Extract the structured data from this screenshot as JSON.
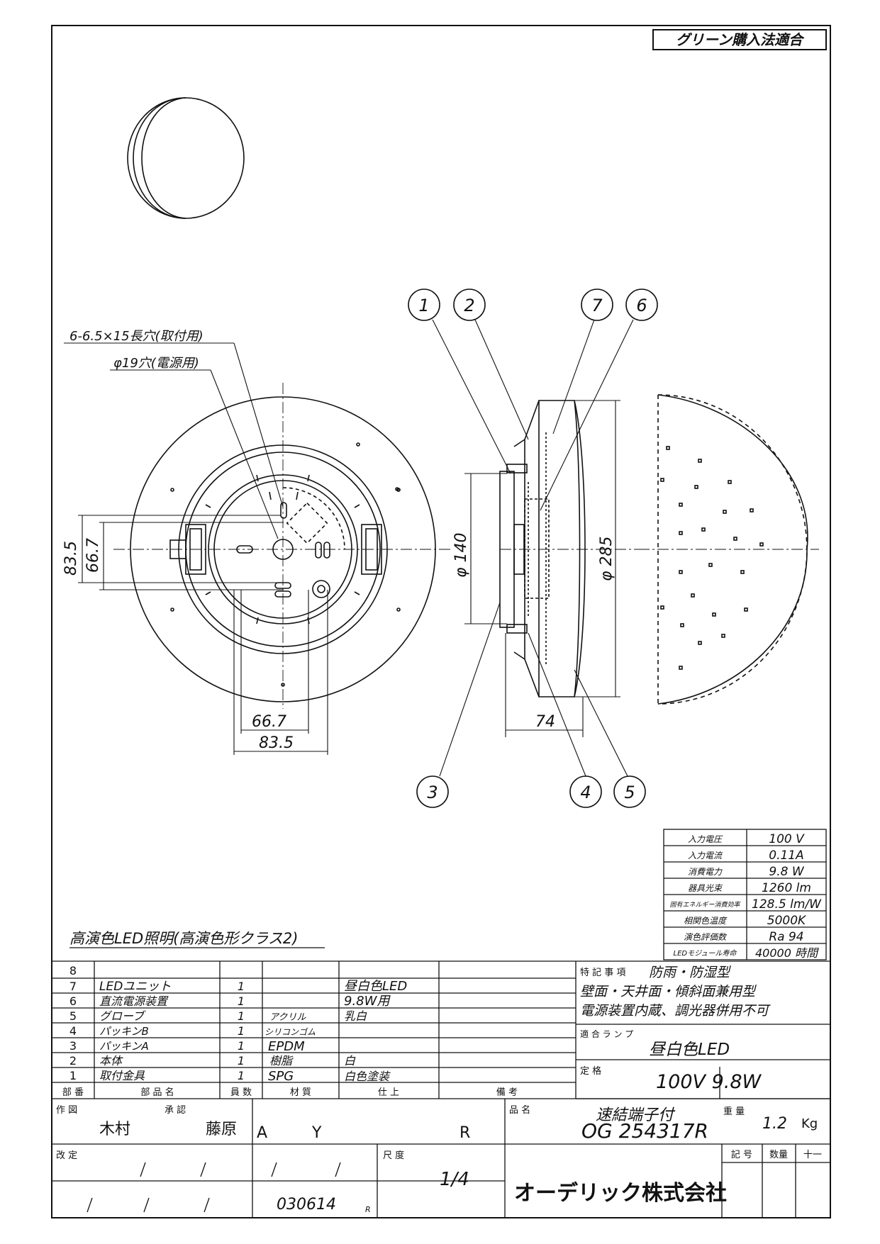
{
  "green_label": "グリーン購入法適合",
  "annotations": {
    "hole_mount": "6-6.5×15長穴(取付用)",
    "hole_power": "φ19穴(電源用)",
    "dim_83_5": "83.5",
    "dim_66_7": "66.7",
    "dim_140": "φ 140",
    "dim_285": "φ 285",
    "dim_74": "74"
  },
  "callouts": [
    "1",
    "2",
    "7",
    "6",
    "3",
    "4",
    "5"
  ],
  "specs": [
    {
      "label": "入力電圧",
      "value": "100 V"
    },
    {
      "label": "入力電流",
      "value": "0.11A"
    },
    {
      "label": "消費電力",
      "value": "9.8 W"
    },
    {
      "label": "器具光束",
      "value": "1260 lm"
    },
    {
      "label": "固有エネルギー消費効率",
      "value": "128.5 lm/W"
    },
    {
      "label": "相関色温度",
      "value": "5000K"
    },
    {
      "label": "演色評価数",
      "value": "Ra 94"
    },
    {
      "label": "LEDモジュール寿命",
      "value": "40000 時間"
    }
  ],
  "product_title": "高演色LED照明(高演色形クラス2)",
  "parts": [
    {
      "no": "8",
      "name": "",
      "qty": "",
      "material": "",
      "finish": ""
    },
    {
      "no": "7",
      "name": "LEDユニット",
      "qty": "1",
      "material": "",
      "finish": "昼白色LED"
    },
    {
      "no": "6",
      "name": "直流電源装置",
      "qty": "1",
      "material": "",
      "finish": "9.8W用"
    },
    {
      "no": "5",
      "name": "グローブ",
      "qty": "1",
      "material": "アクリル",
      "finish": "乳白"
    },
    {
      "no": "4",
      "name": "パッキンB",
      "qty": "1",
      "material": "シリコンゴム",
      "finish": ""
    },
    {
      "no": "3",
      "name": "パッキンA",
      "qty": "1",
      "material": "EPDM",
      "finish": ""
    },
    {
      "no": "2",
      "name": "本体",
      "qty": "1",
      "material": "樹脂",
      "finish": "白"
    },
    {
      "no": "1",
      "name": "取付金具",
      "qty": "1",
      "material": "SPG",
      "finish": "白色塗装"
    }
  ],
  "parts_header": {
    "no": "部 番",
    "name": "部 品 名",
    "qty": "員 数",
    "material": "材 質",
    "finish": "仕 上",
    "note": "備 考"
  },
  "notes": {
    "label": "特 記 事 項",
    "line1": "防雨・防湿型",
    "line2": "壁面・天井面・傾斜面兼用型",
    "line3": "電源装置内蔵、調光器併用不可"
  },
  "lamp": {
    "label": "適 合 ラ ン プ",
    "value": "昼白色LED"
  },
  "rating": {
    "label": "定 格",
    "value": "100V 9.8W"
  },
  "terminal": "速結端子付",
  "weight": {
    "label": "重 量",
    "value": "1.2",
    "unit": "Kg"
  },
  "drawn": {
    "label": "作 図",
    "name": "木村"
  },
  "approved": {
    "label": "承 認",
    "name": "藤原"
  },
  "revision": {
    "a": "A",
    "y": "Y",
    "r": "R"
  },
  "product_no": {
    "label": "品 名",
    "value": "OG 254317R"
  },
  "revised_label": "改 定",
  "scale": {
    "label": "尺 度",
    "value": "1/4"
  },
  "date": "030614",
  "date_suffix": "R",
  "company": "オーデリック株式会社",
  "footer_cells": {
    "symbol": "記 号",
    "qty": "数量",
    "plusminus": "十一"
  }
}
